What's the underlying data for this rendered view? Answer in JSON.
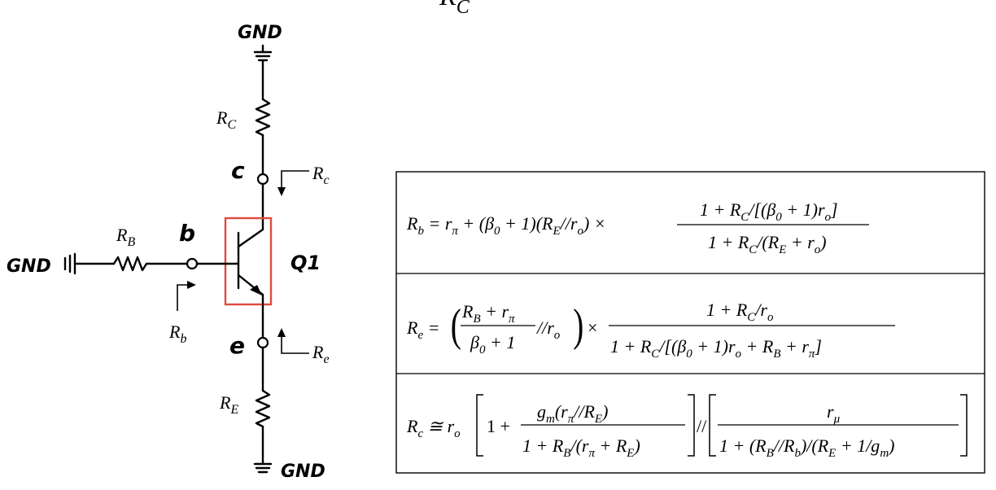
{
  "top_label": "R_C",
  "circuit": {
    "gnd_top": "GND",
    "gnd_bottom": "GND",
    "gnd_left": "GND",
    "rc_label": "R_C",
    "rb_label": "R_B",
    "re_label": "R_E",
    "node_c": "c",
    "node_b": "b",
    "node_e": "e",
    "transistor": "Q1",
    "arrow_rc": "R_c",
    "arrow_rb": "R_b",
    "arrow_re": "R_e",
    "highlight_color": "#e04a3c"
  },
  "equations": {
    "rb": {
      "lhs": "R_b",
      "text": "R_b = r_π + (β_0 + 1)(R_E//r_o) × [1 + R_C/[(β_0 + 1)r_o]] / [1 + R_C/(R_E + r_o)]"
    },
    "re": {
      "lhs": "R_e",
      "text": "R_e = ((R_B + r_π)/(β_0 + 1) // r_o) × [1 + R_C/r_o] / [1 + R_C/[(β_0 + 1)r_o + R_B + r_π]]"
    },
    "rc": {
      "lhs": "R_c",
      "text": "R_c ≅ r_o[1 + g_m(r_π//R_E)/(1 + R_B/(r_π + R_E))] // [r_μ/(1 + (R_B//R_b)/(R_E + 1/g_m))]"
    }
  }
}
